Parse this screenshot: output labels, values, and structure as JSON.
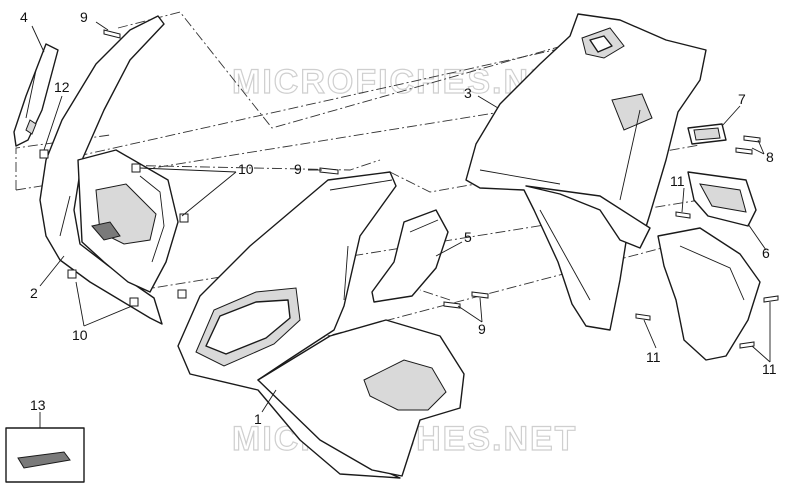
{
  "watermark": {
    "top": "MICROFICHES.NET",
    "bottom": "MICROFICHES.NET"
  },
  "callouts": [
    {
      "id": "c4",
      "text": "4"
    },
    {
      "id": "c9a",
      "text": "9"
    },
    {
      "id": "c12",
      "text": "12"
    },
    {
      "id": "c10a",
      "text": "10"
    },
    {
      "id": "c9b",
      "text": "9"
    },
    {
      "id": "c3",
      "text": "3"
    },
    {
      "id": "c7",
      "text": "7"
    },
    {
      "id": "c8",
      "text": "8"
    },
    {
      "id": "c11a",
      "text": "11"
    },
    {
      "id": "c6",
      "text": "6"
    },
    {
      "id": "c5",
      "text": "5"
    },
    {
      "id": "c2",
      "text": "2"
    },
    {
      "id": "c10b",
      "text": "10"
    },
    {
      "id": "c9c",
      "text": "9"
    },
    {
      "id": "c1",
      "text": "1"
    },
    {
      "id": "c11b",
      "text": "11"
    },
    {
      "id": "c11c",
      "text": "11"
    },
    {
      "id": "c13",
      "text": "13"
    }
  ]
}
